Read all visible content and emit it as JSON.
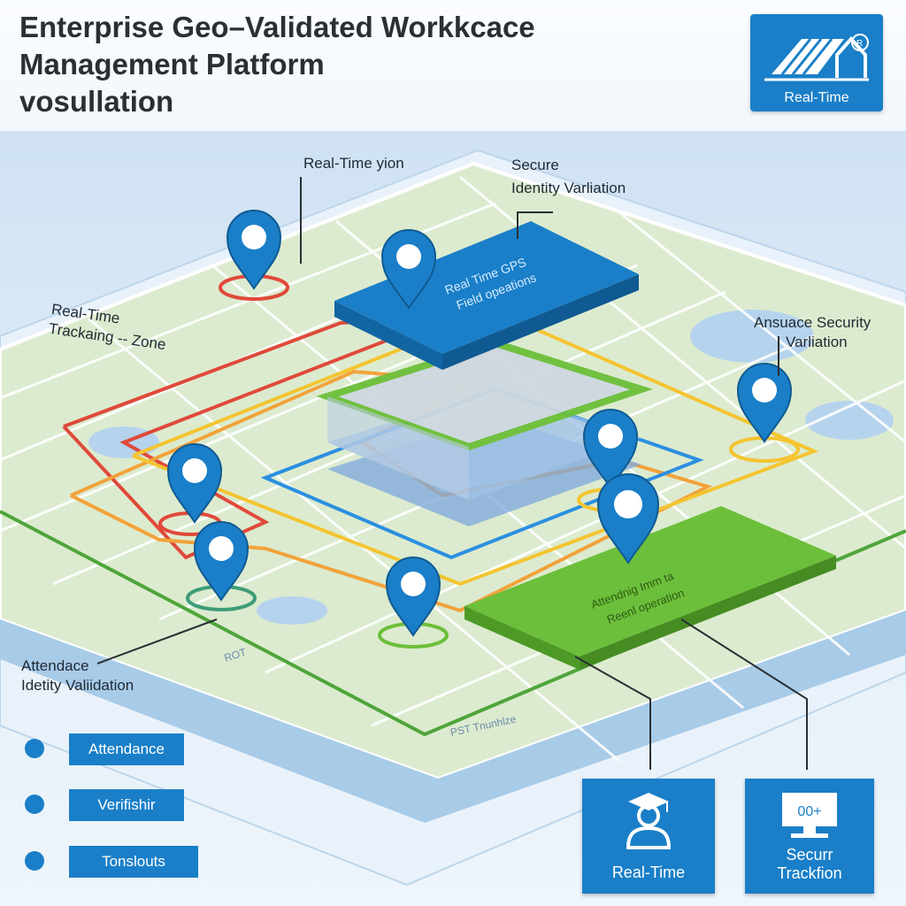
{
  "header": {
    "title_lines": [
      "Enterprise Geo–Validated Workkcace",
      "Management Platform",
      "vosullation"
    ],
    "badge_label": "Real-Time",
    "badge_icon": "house-roof-icon"
  },
  "callouts": {
    "top_center": [
      "Real-Time yion"
    ],
    "top_right": [
      "Secure",
      "Identity Varliation"
    ],
    "left": [
      "Real-Time",
      "Trackaing -- Zone"
    ],
    "right": [
      "Ansuace Security",
      "Varliation"
    ],
    "bottom_left": [
      "Attendace",
      "Idetity Valiidation"
    ]
  },
  "slabs": {
    "blue": [
      "Real Time GPS",
      "Field opeations"
    ],
    "green": [
      "Attendnig Imm ta",
      "Reenl operation"
    ]
  },
  "map_labels": {
    "road_left": "ROT",
    "road_bottom": "PST Tnunhlze"
  },
  "legend": [
    {
      "label": "Attendance"
    },
    {
      "label": "Verifishir"
    },
    {
      "label": "Tonslouts"
    }
  ],
  "tiles": [
    {
      "icon": "graduate-user-icon",
      "label_lines": [
        "Real-Time"
      ]
    },
    {
      "icon": "monitor-icon",
      "screen_text": "00+",
      "label_lines": [
        "Securr",
        "Trackfion"
      ]
    }
  ],
  "colors": {
    "accent_blue": "#1a7fc8",
    "zone_green": "#6cbf3a",
    "zone_orange": "#f2a23a",
    "zone_red": "#e0493a",
    "zone_yellow": "#f4c431",
    "map_land": "#dcebcf",
    "water": "#a8cbe8"
  }
}
